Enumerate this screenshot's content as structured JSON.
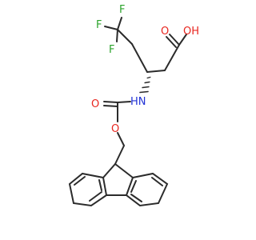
{
  "molecule": {
    "atom_labels": {
      "f_top": "F",
      "f_left": "F",
      "f_lower": "F",
      "carbonyl_o_top": "O",
      "hydroxyl": "OH",
      "amine": "HN",
      "carbamate_o": "O",
      "ester_o": "O"
    },
    "colors": {
      "bond": "#2b2b2b",
      "fluorine": "#2ba32b",
      "oxygen": "#e8261f",
      "nitrogen": "#2233d6"
    }
  }
}
